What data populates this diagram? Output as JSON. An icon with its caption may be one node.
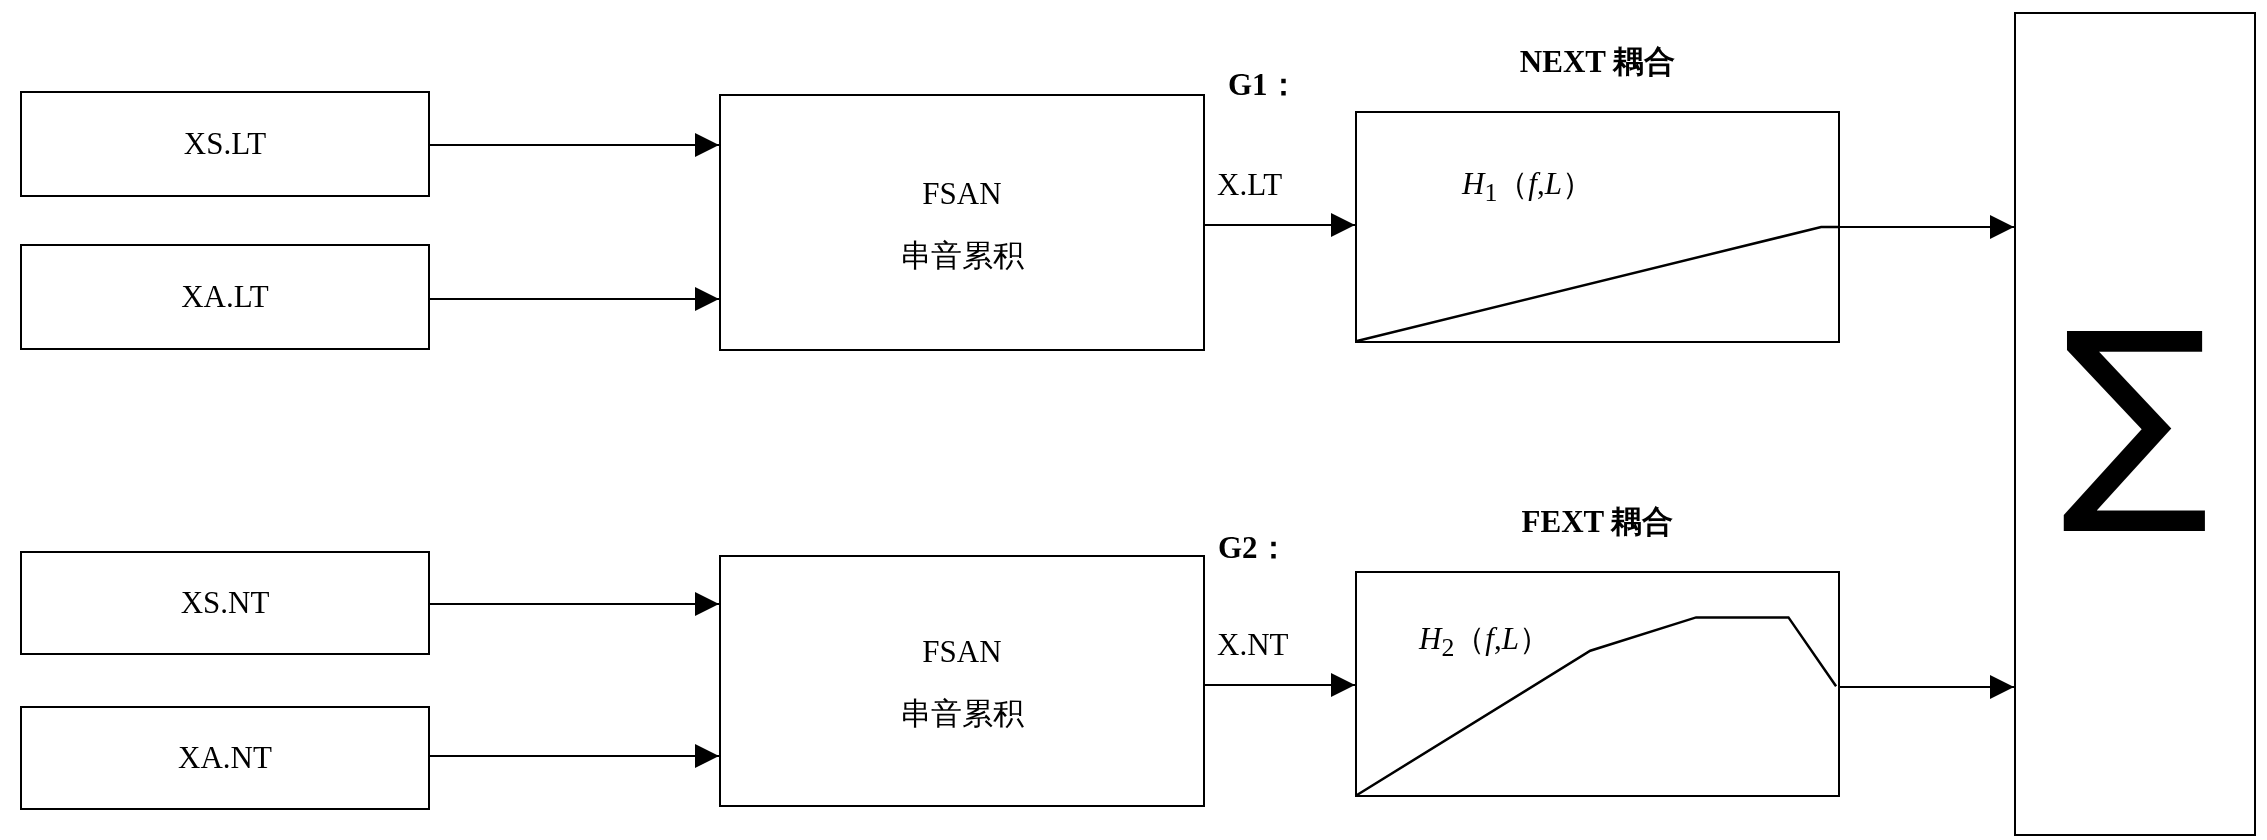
{
  "diagram": {
    "nodes": [
      {
        "text": [
          "XS.LT"
        ]
      },
      {
        "text": [
          "XA.LT"
        ]
      },
      {
        "text": [
          "FSAN",
          "串音累积"
        ]
      },
      {
        "text": [
          "NEXT 耦合",
          "*H*$_{1}$（*f*,*L*）"
        ]
      },
      {
        "text": [
          "XS.NT"
        ]
      },
      {
        "text": [
          "XA.NT"
        ]
      },
      {
        "text": [
          "FSAN",
          "串音累积"
        ]
      },
      {
        "text": [
          "FEXT 耦合",
          "*H*$_{2}$（*f*,*L*）"
        ]
      },
      {
        "text": [
          "∑"
        ]
      }
    ],
    "edges": [
      {
        "from": 0,
        "to": 2,
        "arrow": "to"
      },
      {
        "from": 1,
        "to": 2,
        "arrow": "to"
      },
      {
        "from": 2,
        "to": 3,
        "arrow": "to",
        "label": "X.LT"
      },
      {
        "from": 3,
        "to": 8,
        "arrow": "to"
      },
      {
        "from": 4,
        "to": 6,
        "arrow": "to"
      },
      {
        "from": 5,
        "to": 6,
        "arrow": "to"
      },
      {
        "from": 6,
        "to": 7,
        "arrow": "to",
        "label": "X.NT"
      },
      {
        "from": 7,
        "to": 8,
        "arrow": "to"
      }
    ],
    "labels": [
      "G1：",
      "G2："
    ]
  }
}
